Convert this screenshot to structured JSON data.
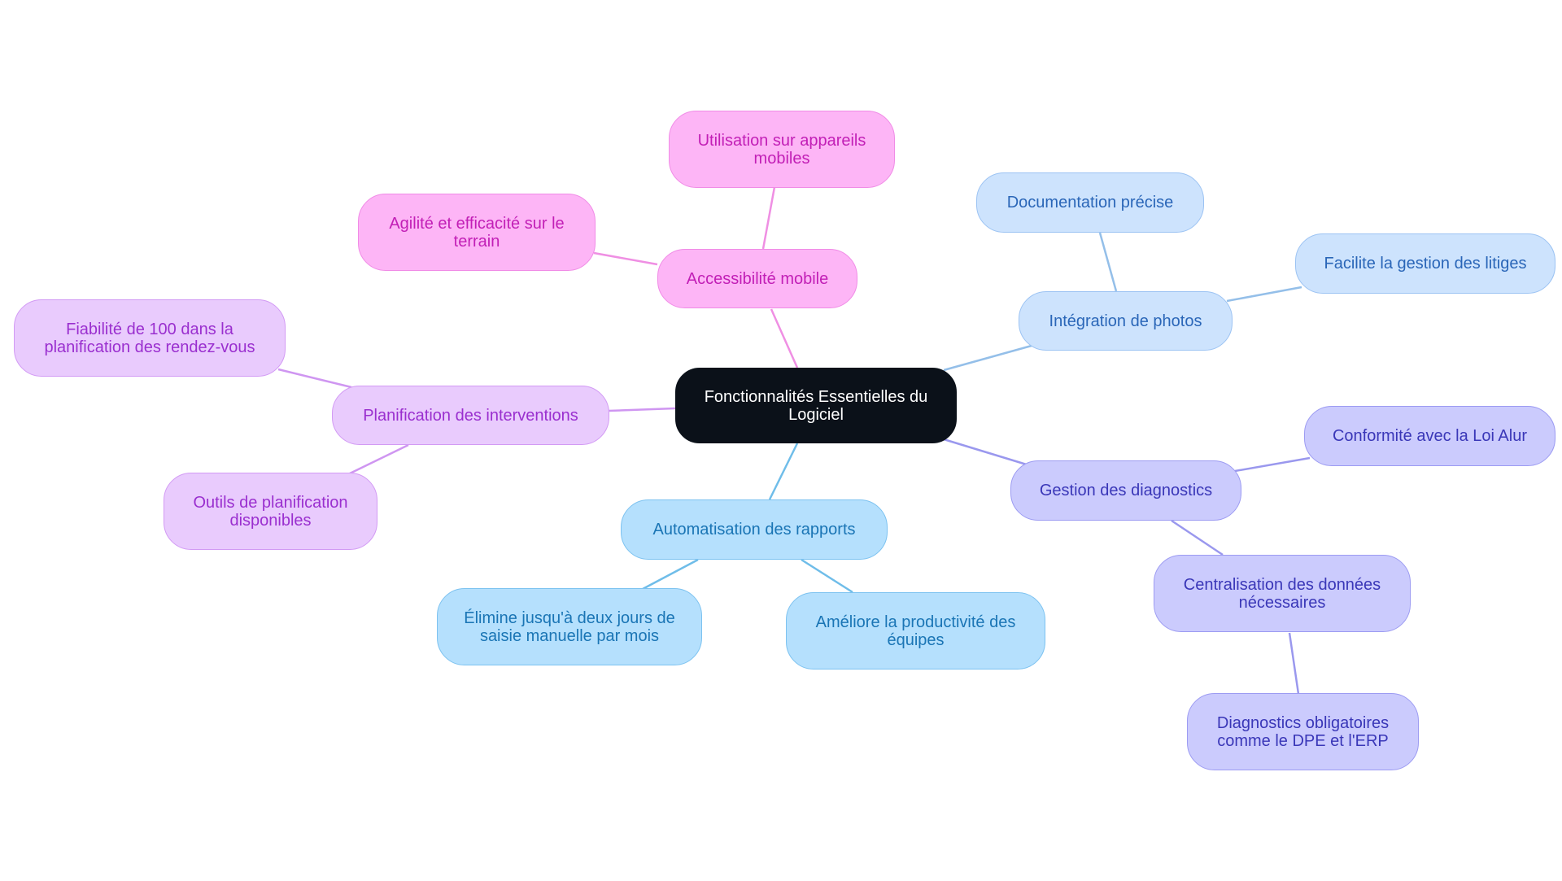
{
  "diagram": {
    "root": {
      "label": "Fonctionnalités Essentielles du Logiciel"
    },
    "branches": [
      {
        "label": "Accessibilité mobile",
        "color": "#fdb5f6",
        "children": [
          {
            "label": "Utilisation sur appareils mobiles"
          },
          {
            "label": "Agilité et efficacité sur le terrain"
          }
        ]
      },
      {
        "label": "Planification des interventions",
        "color": "#e9cbfd",
        "children": [
          {
            "label": "Fiabilité de 100 dans la planification des rendez-vous"
          },
          {
            "label": "Outils de planification disponibles"
          }
        ]
      },
      {
        "label": "Automatisation des rapports",
        "color": "#b5e0fd",
        "children": [
          {
            "label": "Élimine jusqu'à deux jours de saisie manuelle par mois"
          },
          {
            "label": "Améliore la productivité des équipes"
          }
        ]
      },
      {
        "label": "Intégration de photos",
        "color": "#cde3fd",
        "children": [
          {
            "label": "Documentation précise"
          },
          {
            "label": "Facilite la gestion des litiges"
          }
        ]
      },
      {
        "label": "Gestion des diagnostics",
        "color": "#cbcbfd",
        "children": [
          {
            "label": "Conformité avec la Loi Alur"
          },
          {
            "label": "Centralisation des données nécessaires"
          },
          {
            "label": "Diagnostics obligatoires comme le DPE et l'ERP"
          }
        ]
      }
    ]
  }
}
